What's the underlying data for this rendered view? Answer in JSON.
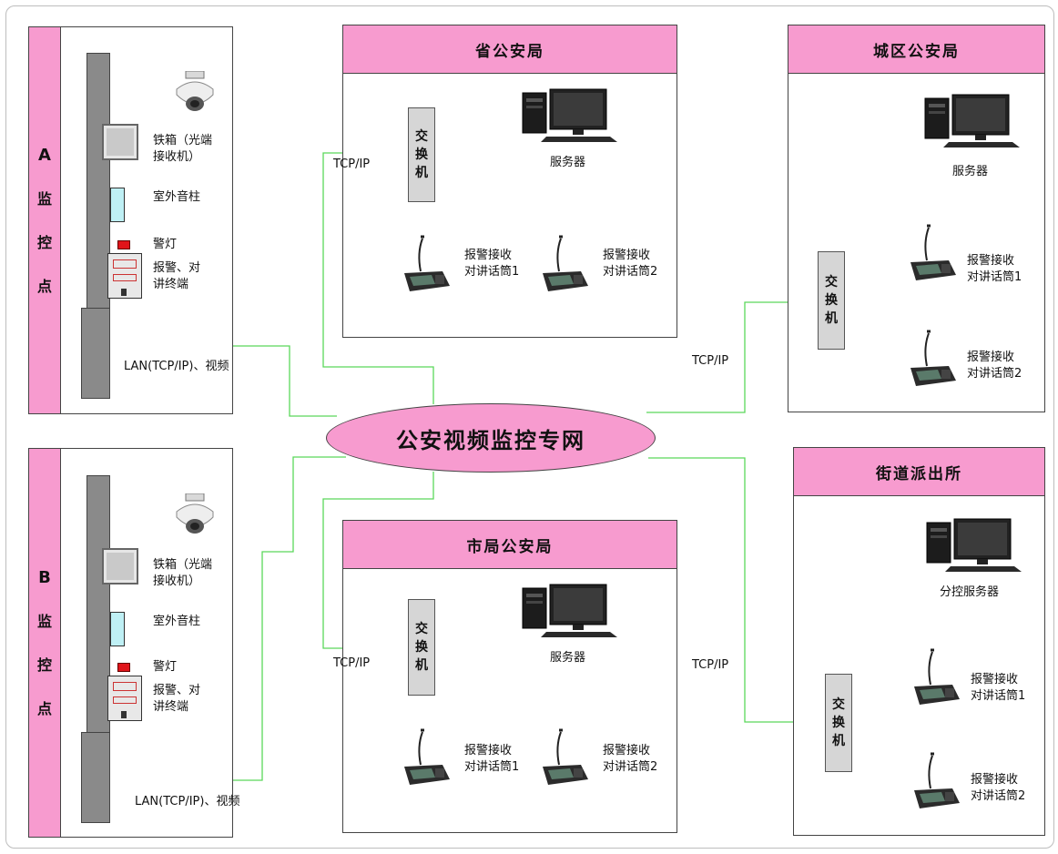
{
  "network_label": "公安视频监控专网",
  "sites": {
    "a": {
      "letter": "A",
      "chars": [
        "监",
        "控",
        "点"
      ]
    },
    "b": {
      "letter": "B",
      "chars": [
        "监",
        "控",
        "点"
      ]
    }
  },
  "site_labels": {
    "iron_box": "铁箱（光端\n接收机）",
    "speaker": "室外音柱",
    "lamp": "警灯",
    "terminal": "报警、对\n讲终端",
    "lan": "LAN(TCP/IP)、视频"
  },
  "offices": {
    "province": {
      "title": "省公安局",
      "server": "服务器"
    },
    "city": {
      "title": "市局公安局",
      "server": "服务器"
    },
    "district": {
      "title": "城区公安局",
      "server": "服务器"
    },
    "street": {
      "title": "街道派出所",
      "server": "分控服务器"
    }
  },
  "switch_chars": [
    "交",
    "换",
    "机"
  ],
  "intercom1": "报警接收\n对讲话筒1",
  "intercom2": "报警接收\n对讲话筒2",
  "protocol": "TCP/IP",
  "colors": {
    "header_pink": "#f79bcf",
    "net_line": "#5ad85a",
    "local_line": "#d9534f"
  },
  "icons": [
    "dome-camera-icon",
    "desktop-computer-icon",
    "microphone-intercom-icon",
    "police-lamp-icon",
    "outdoor-speaker-icon"
  ]
}
